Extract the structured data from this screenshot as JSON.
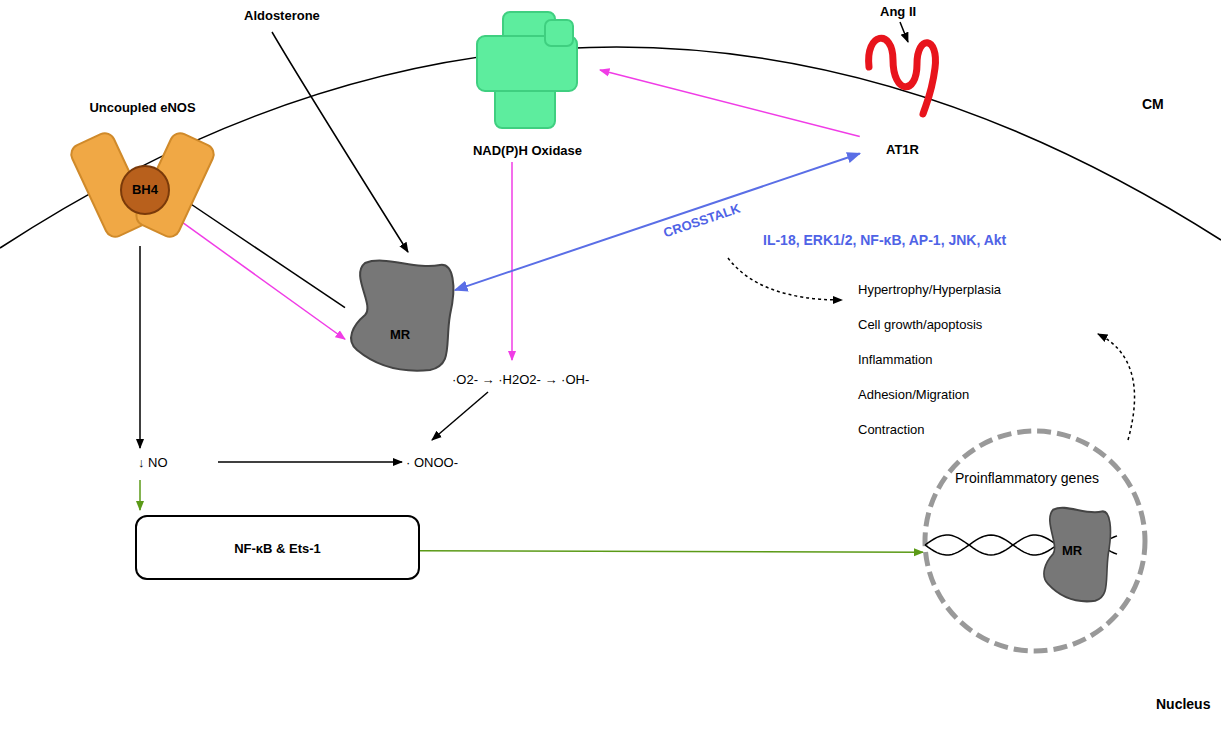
{
  "diagram": {
    "nodes": [
      {
        "text": [
          "Uncoupled eNOS"
        ]
      },
      {
        "text": [
          "BH4"
        ],
        "in": 0
      },
      {
        "text": [
          "NAD(P)H Oxidase"
        ]
      },
      {
        "text": [
          "AT1R"
        ]
      },
      {
        "text": [
          "MR"
        ]
      },
      {
        "text": [
          "NF-κB & Ets-1"
        ]
      },
      {
        "text": [
          "Proinflammatory genes",
          "Nucleus"
        ]
      },
      {
        "text": [
          "MR"
        ],
        "in": 6
      }
    ],
    "edges": [
      {
        "from": 3,
        "to": 2,
        "arrow": "to"
      },
      {
        "from": 0,
        "to": 4,
        "arrow": "to"
      },
      {
        "from": 4,
        "to": 1,
        "arrow": "to"
      },
      {
        "from": 4,
        "to": 3,
        "label": "CROSSTALK",
        "arrow": "both"
      },
      {
        "from": 5,
        "to": 6,
        "arrow": "to"
      }
    ],
    "labels": [
      "Aldosterone",
      "Ang II",
      "CM",
      "IL-18, ERK1/2, NF-κB, AP-1, JNK, Akt",
      "Hypertrophy/Hyperplasia",
      "Cell growth/apoptosis",
      "Inflammation",
      "Adhesion/Migration",
      "Contraction",
      "·O2- → ·H2O2- → ·OH-",
      "↓ NO",
      "· ONOO-"
    ]
  }
}
